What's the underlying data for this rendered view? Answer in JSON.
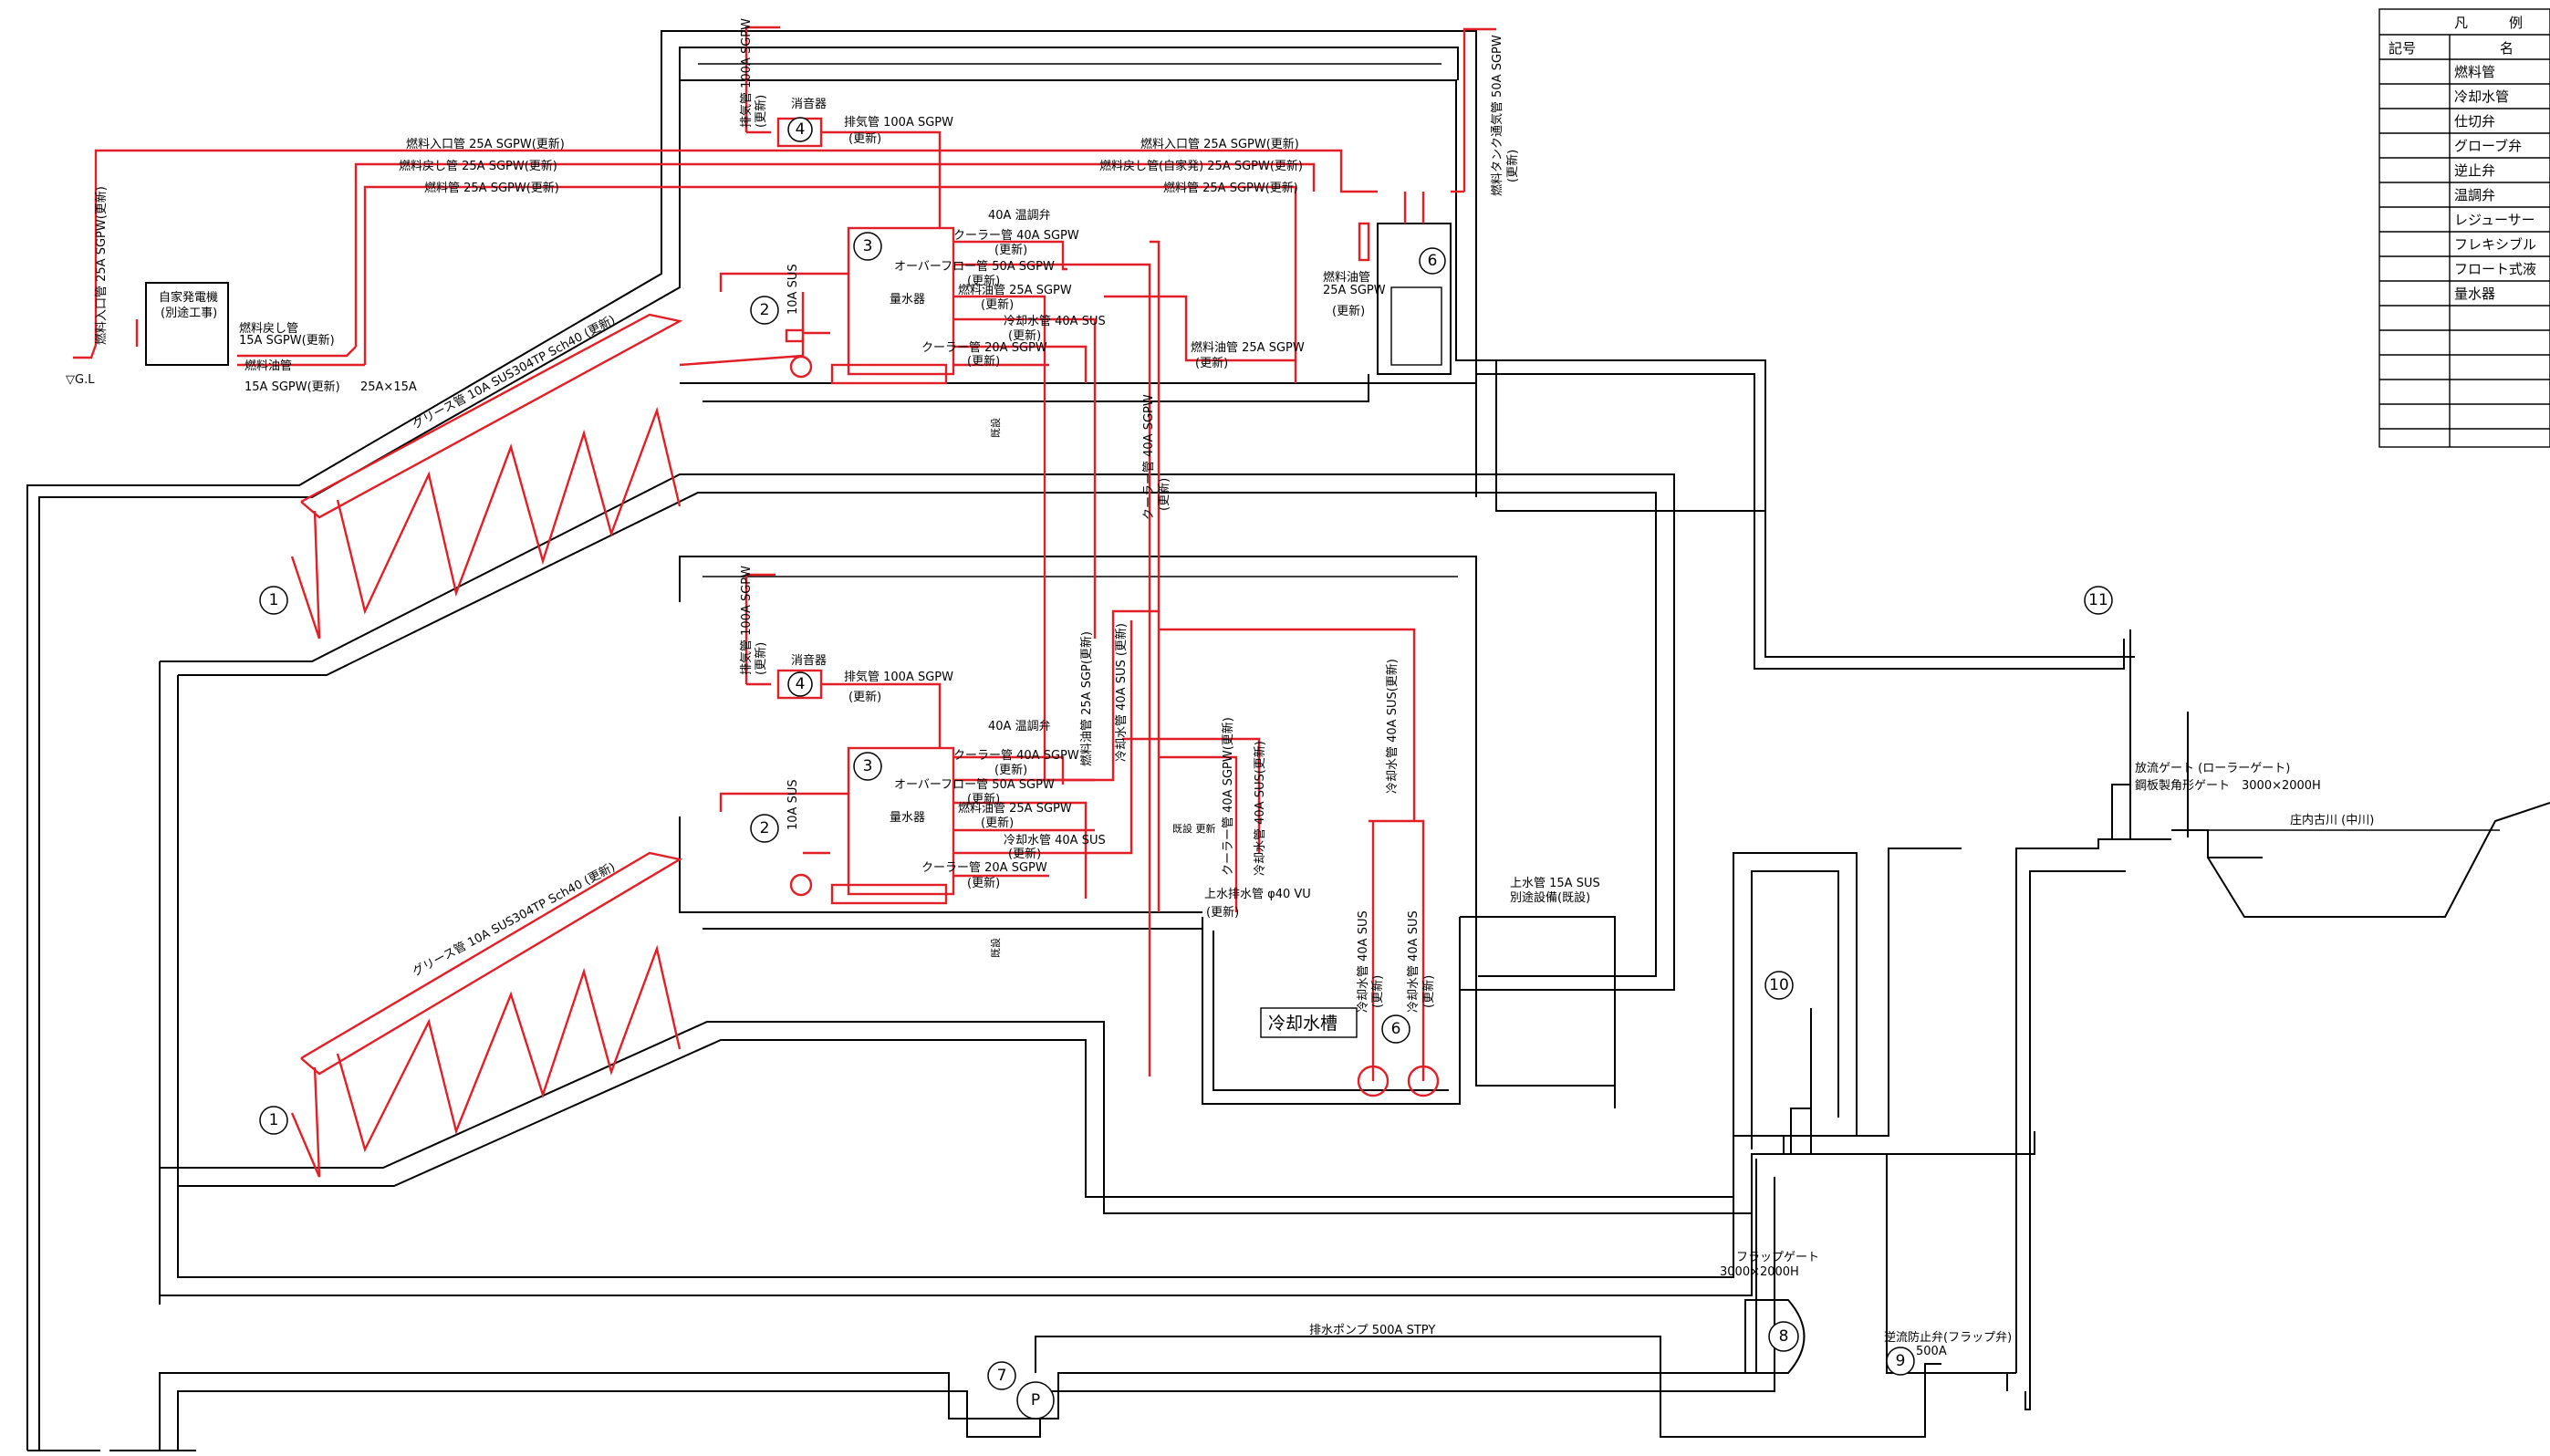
{
  "legend": {
    "title": "凡　　　例",
    "col_symbol": "記号",
    "col_name": "名",
    "items": [
      "燃料管",
      "冷却水管",
      "仕切弁",
      "グローブ弁",
      "逆止弁",
      "温調弁",
      "レジューサー",
      "フレキシブル",
      "フロート式液",
      "量水器"
    ]
  },
  "generator": {
    "title": "自家発電機",
    "sub": "(別途工事)"
  },
  "top_floor": {
    "fuel_in_left": "燃料入口管 25A SGPW(更新)",
    "fuel_in_right": "燃料入口管 25A SGPW(更新)",
    "fuel_in_vertical": "燃料入口管 25A SGPW(更新)",
    "fuel_return_left": "燃料戻し管 25A SGPW(更新)",
    "fuel_return_right": "燃料戻し管(自家発) 25A SGPW(更新)",
    "fuel_pipe_left": "燃料管 25A SGPW(更新)",
    "fuel_pipe_right": "燃料管 25A SGPW(更新)",
    "gen_return": "燃料戻し管",
    "gen_return_spec": "15A SGPW(更新)",
    "gen_oil": "燃料油管",
    "gen_oil_spec": "15A SGPW(更新)",
    "reducer": "25A×15A",
    "exhaust_vertical": "排気管 100A SGPW",
    "exhaust_vertical_upd": "(更新)",
    "silencer": "消音器",
    "exhaust_h": "排気管 100A SGPW",
    "exhaust_h_upd": "(更新)",
    "tank_vent": "燃料タンク通気管 50A SGPW",
    "tank_vent_upd": "(更新)",
    "thermo_valve": "40A 温調弁",
    "cooler": "クーラー管 40A SGPW",
    "cooler_upd": "(更新)",
    "overflow": "オーバーフロー管 50A SGPW",
    "overflow_upd": "(更新)",
    "fuel_oil": "燃料油管 25A SGPW",
    "fuel_oil_upd": "(更新)",
    "meter": "量水器",
    "cooling": "冷却水管 40A SUS",
    "cooling_upd": "(更新)",
    "cooler2": "クーラー管 20A SGPW",
    "cooler2_upd": "(更新)",
    "tank_oil": "燃料油管",
    "tank_oil_spec": "25A SGPW",
    "tank_oil_upd": "(更新)",
    "fuel_oil_low": "燃料油管 25A SGPW",
    "fuel_oil_low_upd": "(更新)",
    "sus_label": "10A SUS",
    "grease": "グリース管 10A SUS304TP Sch40 (更新)",
    "ground": "▽G.L",
    "existing": "既設",
    "cooler_vertical": "クーラー管 40A SGPW",
    "cooler_vertical_upd": "(更新)"
  },
  "mid_floor": {
    "exhaust_vertical": "排気管 100A SGPW",
    "exhaust_vertical_upd": "(更新)",
    "silencer": "消音器",
    "exhaust_h": "排気管 100A SGPW",
    "exhaust_h_upd": "(更新)",
    "thermo_valve": "40A 温調弁",
    "cooler": "クーラー管 40A SGPW",
    "cooler_upd": "(更新)",
    "overflow": "オーバーフロー管 50A SGPW",
    "overflow_upd": "(更新)",
    "fuel_oil": "燃料油管 25A SGPW",
    "fuel_oil_upd": "(更新)",
    "meter": "量水器",
    "cooling": "冷却水管 40A SUS",
    "cooling_upd": "(更新)",
    "cooler2": "クーラー管 20A SGPW",
    "cooler2_upd": "(更新)",
    "sus_label": "10A SUS",
    "grease": "グリース管 10A SUS304TP Sch40 (更新)",
    "fuel_oil_v": "燃料油管 25A SGP(更新)",
    "cooling_v": "冷却水管 40A SUS (更新)",
    "cooling_v2": "冷却水管 40A SUS(更新)",
    "supply": "上水管 15A SUS",
    "supply_sub": "別途設備(既設)",
    "drain": "上水排水管 φ40 VU",
    "drain_upd": "(更新)",
    "tank": "冷却水槽",
    "cooling_pump1": "冷却水管 40A SUS",
    "cooling_pump2": "冷却水管 40A SUS",
    "upd": "(更新)",
    "existing": "既設",
    "existing_upd": "既設 更新",
    "mid_v1": "クーラー管 40A SGPW(更新)",
    "mid_v2": "冷却水管 40A SUS(更新)"
  },
  "lower": {
    "drain_pump": "排水ポンプ 500A STPY",
    "flap_gate": "フラップゲート",
    "flap_gate_size": "3000×2000H",
    "check_valve": "逆流防止弁(フラップ弁)",
    "check_valve_size": "500A",
    "outlet_gate": "放流ゲート (ローラーゲート)",
    "outlet_gate_sub": "鋼板製角形ゲート　3000×2000H",
    "river": "庄内古川 (中川)"
  },
  "markers": [
    "1",
    "2",
    "3",
    "4",
    "6",
    "7",
    "8",
    "9",
    "10",
    "11"
  ]
}
